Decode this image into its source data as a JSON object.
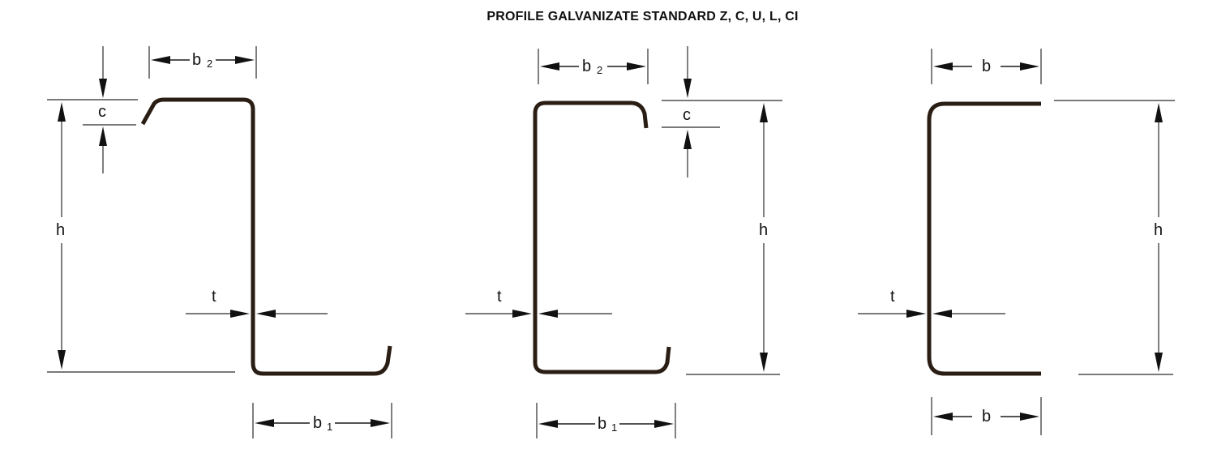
{
  "title": "PROFILE GALVANIZATE STANDARD Z, C, U, L, CI",
  "profiles": [
    {
      "shape": "Z",
      "labels": {
        "c": "c",
        "h": "h",
        "t": "t",
        "b_top": "b",
        "b_top_sub": "2",
        "b_bottom": "b",
        "b_bottom_sub": "1"
      }
    },
    {
      "shape": "C",
      "labels": {
        "c": "c",
        "h": "h",
        "t": "t",
        "b_top": "b",
        "b_top_sub": "2",
        "b_bottom": "b",
        "b_bottom_sub": "1"
      }
    },
    {
      "shape": "U",
      "labels": {
        "h": "h",
        "t": "t",
        "b_top": "b",
        "b_bottom": "b"
      }
    }
  ],
  "colors": {
    "profile": "#2a1d14",
    "lines": "#2a2a2a",
    "text": "#111111"
  }
}
